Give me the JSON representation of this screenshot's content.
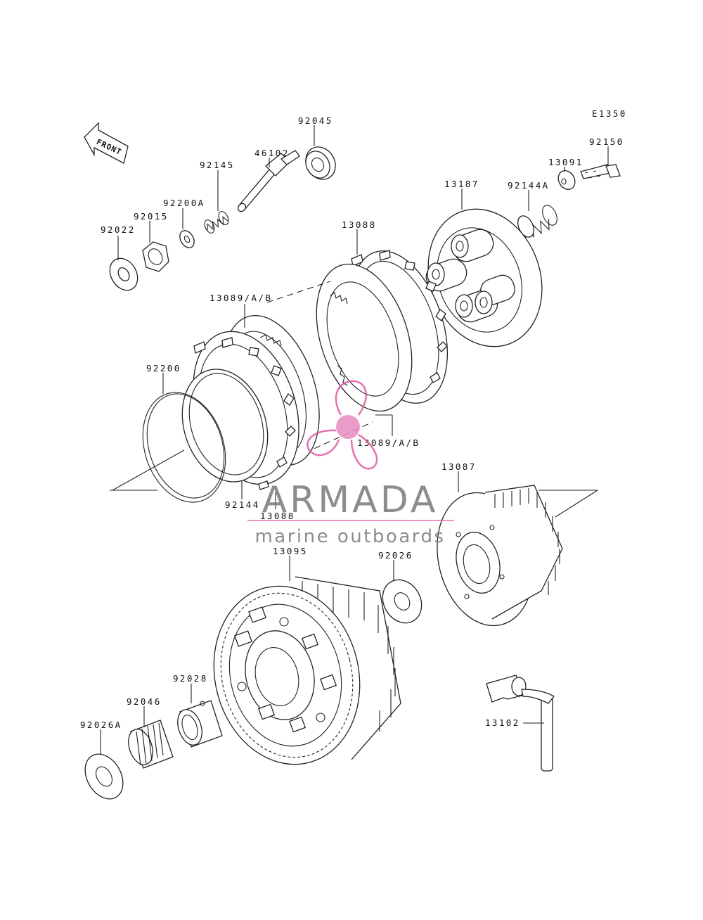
{
  "diagram_code": "E1350",
  "front_label": "FRONT",
  "part_labels": {
    "p92045": "92045",
    "p46102": "46102",
    "p92145": "92145",
    "p92200A": "92200A",
    "p92015": "92015",
    "p92022": "92022",
    "p13088_top": "13088",
    "p13089_top": "13089/A/B",
    "p92200": "92200",
    "p13089_right": "13089/A/B",
    "p92144": "92144",
    "p13088_bottom": "13088",
    "p13187": "13187",
    "p92144A": "92144A",
    "p13091": "13091",
    "p92150": "92150",
    "p13087": "13087",
    "p13095": "13095",
    "p92026": "92026",
    "p92028": "92028",
    "p92046": "92046",
    "p92026A": "92026A",
    "p13102": "13102"
  },
  "watermark": {
    "brand": "ARMADA",
    "tagline": "marine outboards",
    "accent_color": "#e05aa0",
    "brand_color": "#7a7a7a"
  }
}
